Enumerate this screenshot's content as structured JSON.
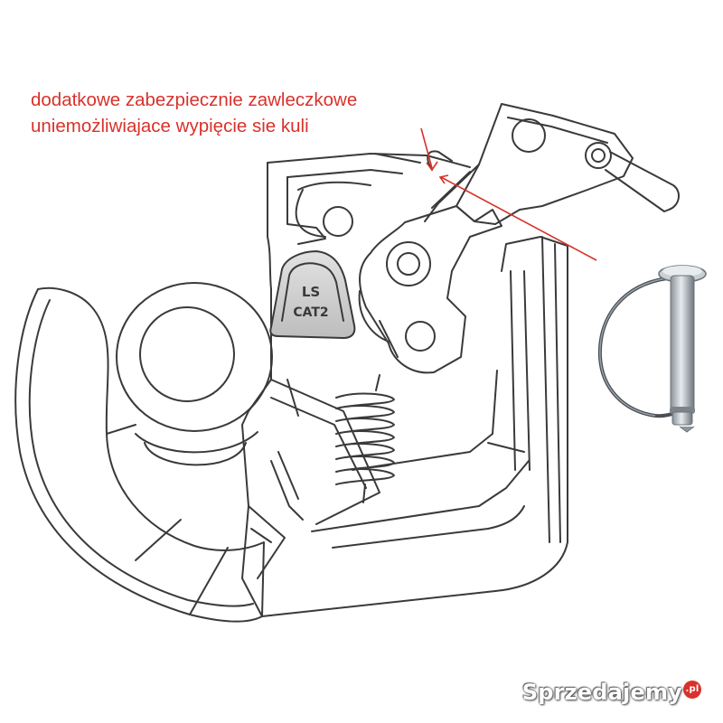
{
  "caption": {
    "line1": "dodatkowe zabezpiecznie zawleczkowe",
    "line2": "uniemożliwiajace wypięcie sie kuli"
  },
  "badge": {
    "line1": "LS",
    "line2": "CAT2"
  },
  "watermark": {
    "text": "Sprzedajemy",
    "suffix": ".pl"
  },
  "colors": {
    "annotation": "#d8322b",
    "linework": "#3a3a3a",
    "badge_fill": "#cfcfcf"
  }
}
